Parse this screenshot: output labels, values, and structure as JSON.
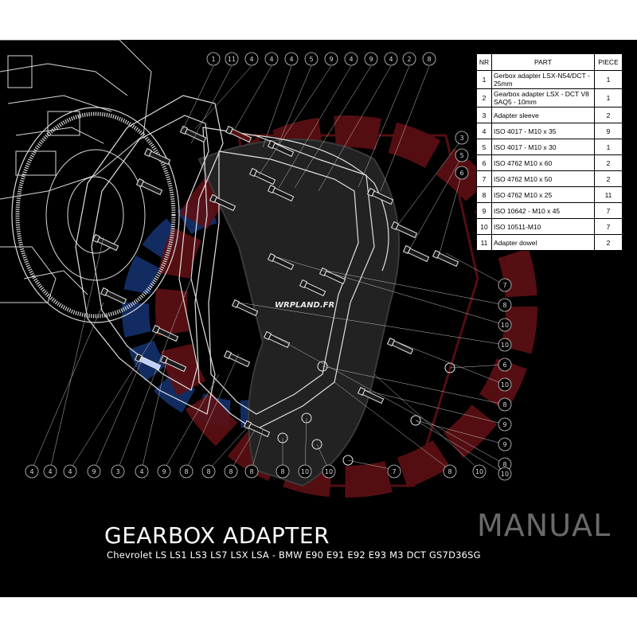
{
  "title": "GEARBOX ADAPTER",
  "subtitle": "Chevrolet LS LS1 LS3 LS7 LSX LSA - BMW E90 E91 E92 E93 M3 DCT GS7D36SG",
  "manual_label": "MANUAL",
  "watermark": "WRPLAND.FR",
  "table": {
    "headers": {
      "nr": "NR",
      "part": "PART",
      "piece": "PIECE"
    },
    "rows": [
      {
        "nr": "1",
        "part": "Gerbox adapter LSX-N54/DCT - 25mm",
        "piece": "1"
      },
      {
        "nr": "2",
        "part": "Gearbox adapter LSX - DCT V8 SAQ5 - 10mm",
        "piece": "1"
      },
      {
        "nr": "3",
        "part": "Adapter sleeve",
        "piece": "2"
      },
      {
        "nr": "4",
        "part": "ISO 4017 - M10 x 35",
        "piece": "9"
      },
      {
        "nr": "5",
        "part": "ISO 4017 - M10 x 30",
        "piece": "1"
      },
      {
        "nr": "6",
        "part": "ISO 4762 M10 x 60",
        "piece": "2"
      },
      {
        "nr": "7",
        "part": "ISO 4762 M10 x 50",
        "piece": "2"
      },
      {
        "nr": "8",
        "part": "ISO 4762 M10 x 25",
        "piece": "11"
      },
      {
        "nr": "9",
        "part": "ISO 10642 - M10 x 45",
        "piece": "7"
      },
      {
        "nr": "10",
        "part": "ISO 10511-M10",
        "piece": "7"
      },
      {
        "nr": "11",
        "part": "Adapter dowel",
        "piece": "2"
      }
    ]
  },
  "callouts": {
    "top": [
      "1",
      "11",
      "4",
      "4",
      "4",
      "5",
      "9",
      "4",
      "9",
      "4",
      "2",
      "8"
    ],
    "right_upper": [
      "3",
      "5",
      "6"
    ],
    "right_column": [
      "7",
      "8",
      "10",
      "10",
      "6",
      "10",
      "8",
      "9",
      "9",
      "8"
    ],
    "bottom": [
      "4",
      "4",
      "4",
      "9",
      "3",
      "4",
      "9",
      "8",
      "8",
      "8",
      "8",
      "8",
      "10",
      "10",
      "7",
      "8",
      "10"
    ]
  },
  "colors": {
    "background": "#000000",
    "line": "#e0e0e0",
    "logo_red": "#7a1418",
    "logo_blue": "#14316d",
    "manual_gray": "#6a6a6a"
  }
}
